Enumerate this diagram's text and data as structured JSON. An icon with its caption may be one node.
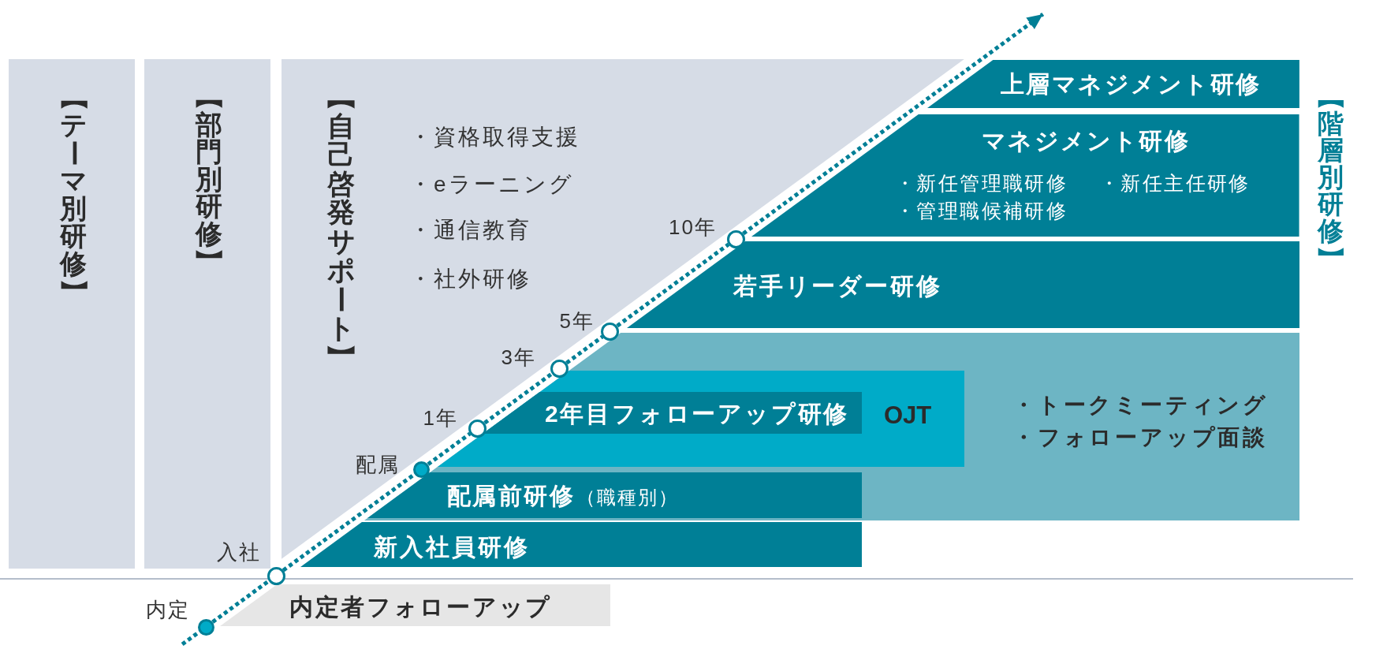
{
  "diagram": {
    "nodes": [
      {
        "text": [
          "【テーマ別研修】"
        ]
      },
      {
        "text": [
          "【部門別研修】"
        ]
      },
      {
        "text": [
          "【自己啓発サポート】",
          "・資格取得支援",
          "・eラーニング",
          "・通信教育",
          "・社外研修"
        ]
      },
      {
        "text": [
          "上層マネジメント研修"
        ]
      },
      {
        "text": [
          "マネジメント研修",
          "・新任管理職研修",
          "・新任主任研修",
          "・管理職候補研修"
        ]
      },
      {
        "text": [
          "若手リーダー研修"
        ]
      },
      {
        "text": [
          "・トークミーティング",
          "・フォローアップ面談"
        ]
      },
      {
        "text": [
          "OJT"
        ],
        "in": 6
      },
      {
        "text": [
          "2年目フォローアップ研修"
        ],
        "in": 7
      },
      {
        "text": [
          "配属前研修",
          "（職種別）"
        ],
        "in": 6
      },
      {
        "text": [
          "新入社員研修"
        ]
      },
      {
        "text": [
          "内定者フォローアップ"
        ]
      },
      {
        "text": [],
        "shape": "dot"
      },
      {
        "text": [],
        "shape": "circle"
      },
      {
        "text": [],
        "shape": "dot"
      },
      {
        "text": [],
        "shape": "circle"
      },
      {
        "text": [],
        "shape": "circle"
      },
      {
        "text": [],
        "shape": "circle"
      },
      {
        "text": [],
        "shape": "circle"
      }
    ],
    "edges": [
      {
        "from": null,
        "to": 12,
        "arrow": "none"
      },
      {
        "from": 12,
        "to": 13,
        "arrow": "none"
      },
      {
        "from": 13,
        "to": 14,
        "arrow": "none"
      },
      {
        "from": 14,
        "to": 15,
        "arrow": "none"
      },
      {
        "from": 15,
        "to": 16,
        "arrow": "none"
      },
      {
        "from": 16,
        "to": 17,
        "arrow": "none"
      },
      {
        "from": 17,
        "to": 18,
        "arrow": "none"
      },
      {
        "from": 18,
        "to": null,
        "arrow": "to"
      }
    ],
    "labels": [
      "【階層別研修】",
      "10年",
      "5年",
      "3年",
      "1年",
      "配属",
      "入社",
      "内定"
    ]
  }
}
